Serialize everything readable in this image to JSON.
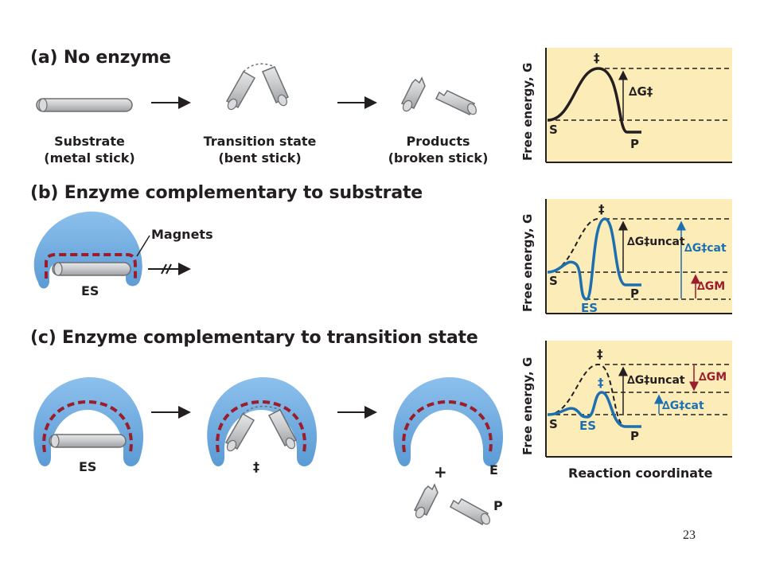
{
  "panel_a": {
    "title": "(a) No enzyme",
    "substrate_label": "Substrate",
    "substrate_sub": "(metal stick)",
    "transition_label": "Transition state",
    "transition_sub": "(bent stick)",
    "products_label": "Products",
    "products_sub": "(broken stick)"
  },
  "panel_b": {
    "title": "(b) Enzyme complementary to substrate",
    "magnets_label": "Magnets",
    "es_label": "ES"
  },
  "panel_c": {
    "title": "(c) Enzyme complementary to transition state",
    "es_label": "ES",
    "ts_label": "‡",
    "plus_label": "+",
    "e_label": "E",
    "p_label": "P"
  },
  "graphs": {
    "ylabel": "Free energy, G",
    "xlabel": "Reaction coordinate",
    "g1": {
      "ts": "‡",
      "dg": "∆G‡",
      "s": "S",
      "p": "P"
    },
    "g2": {
      "ts": "‡",
      "dg_uncat": "∆G‡uncat",
      "dg_cat": "∆G‡cat",
      "dg_m": "∆GM",
      "s": "S",
      "es": "ES",
      "p": "P"
    },
    "g3": {
      "ts_outer": "‡",
      "ts_inner": "‡",
      "dg_uncat": "∆G‡uncat",
      "dg_m": "∆GM",
      "dg_cat": "∆G‡cat",
      "s": "S",
      "es": "ES",
      "p": "P"
    }
  },
  "colors": {
    "panel_bg": "#fcedb8",
    "enzyme": "#6fa8dc",
    "magnet": "#9b1c2a",
    "catalyzed": "#1d6fb0",
    "stick": "#c8c9cb"
  },
  "page_number": "23"
}
